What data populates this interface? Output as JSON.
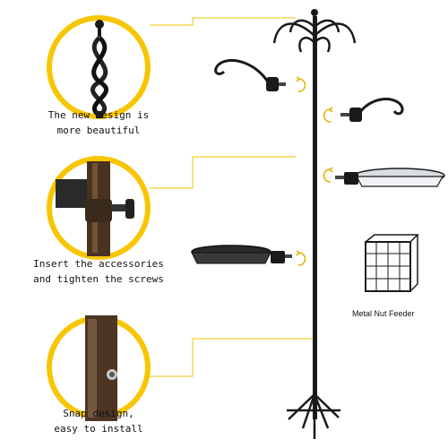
{
  "captions": {
    "design": [
      "The new design is",
      "more beautiful"
    ],
    "accessories": [
      "Insert the accessories",
      "and tighten the screws"
    ],
    "snap": [
      "Snap design,",
      "easy to install"
    ]
  },
  "feeder_label": "Metal Nut Feeder",
  "colors": {
    "accent": "#f7c600",
    "rotate_arrow": "#e3b400",
    "metal": "#1a1a1a",
    "bronze": "#6b4a2e",
    "bowl": "#f0f2f5"
  }
}
